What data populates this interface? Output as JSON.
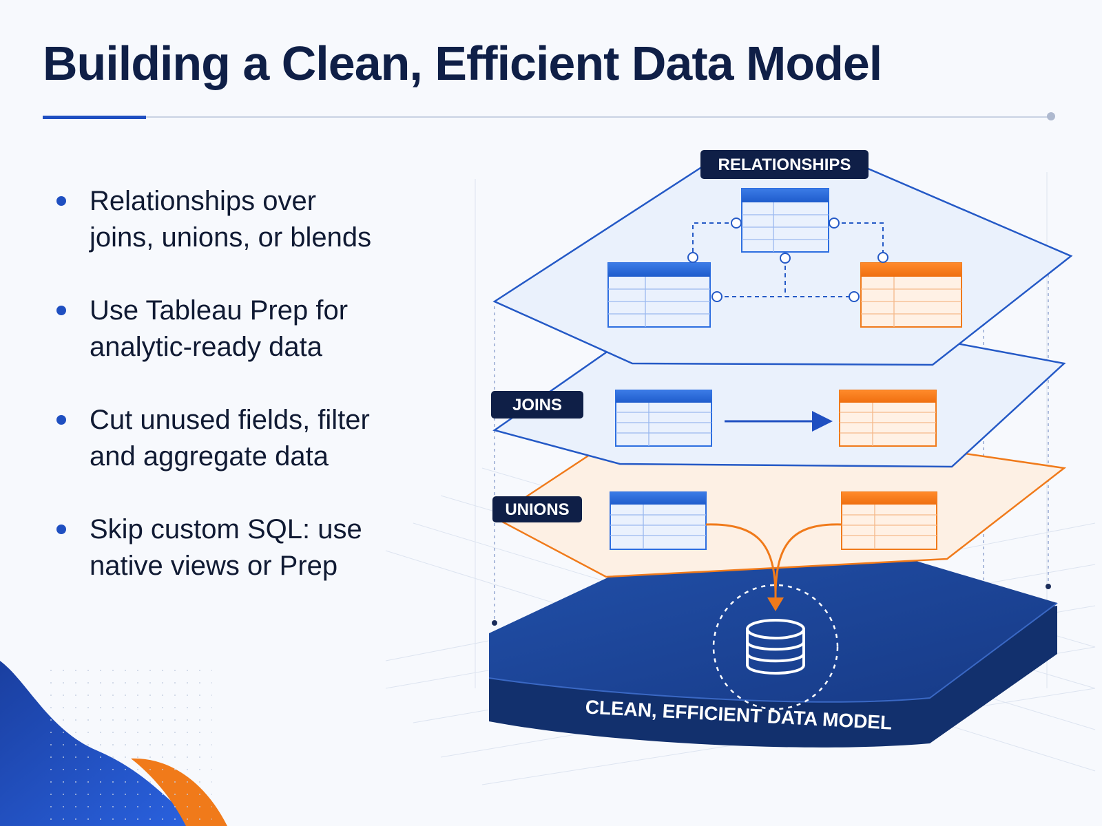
{
  "title": "Building a Clean, Efficient Data Model",
  "bullets": [
    {
      "line1": "Relationships over",
      "line2": "joins, unions, or blends"
    },
    {
      "line1": "Use Tableau Prep for",
      "line2": "analytic-ready data"
    },
    {
      "line1": "Cut unused fields, filter",
      "line2": "and aggregate data"
    },
    {
      "line1": "Skip custom SQL: use",
      "line2": "native views or Prep"
    }
  ],
  "diagram": {
    "relationships_label": "RELATIONSHIPS",
    "joins_label": "JOINS",
    "unions_label": "UNIONS",
    "base_label": "CLEAN, EFFICIENT DATA MODEL"
  },
  "colors": {
    "navy": "#0f1f47",
    "accent_blue": "#1f4fc1",
    "orange": "#f07a1a",
    "base_blue": "#1b3f94"
  },
  "icons": [
    "database-icon",
    "bullet-dot-icon",
    "arrow-right-icon",
    "arrow-down-icon"
  ]
}
